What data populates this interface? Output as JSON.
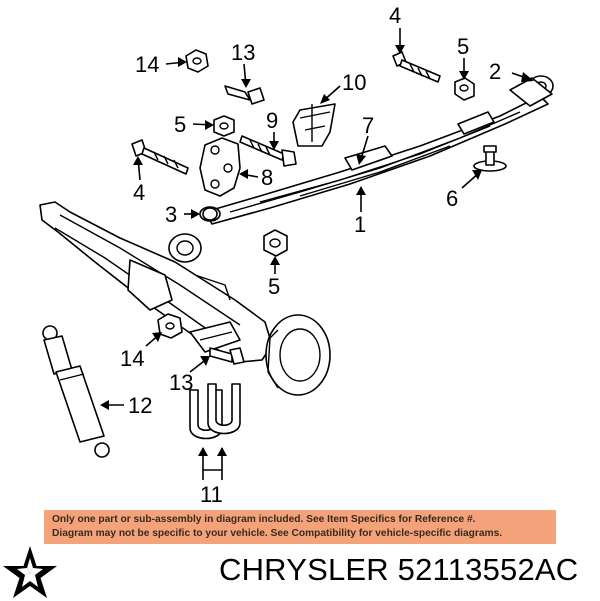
{
  "callouts": [
    {
      "id": "callout-4-top",
      "text": "4"
    },
    {
      "id": "callout-5-top",
      "text": "5"
    },
    {
      "id": "callout-2",
      "text": "2"
    },
    {
      "id": "callout-14-top",
      "text": "14"
    },
    {
      "id": "callout-13-top",
      "text": "13"
    },
    {
      "id": "callout-10",
      "text": "10"
    },
    {
      "id": "callout-5-mid",
      "text": "5"
    },
    {
      "id": "callout-9",
      "text": "9"
    },
    {
      "id": "callout-7",
      "text": "7"
    },
    {
      "id": "callout-4-mid",
      "text": "4"
    },
    {
      "id": "callout-8",
      "text": "8"
    },
    {
      "id": "callout-6",
      "text": "6"
    },
    {
      "id": "callout-3",
      "text": "3"
    },
    {
      "id": "callout-1",
      "text": "1"
    },
    {
      "id": "callout-5-low",
      "text": "5"
    },
    {
      "id": "callout-14-low",
      "text": "14"
    },
    {
      "id": "callout-13-low",
      "text": "13"
    },
    {
      "id": "callout-12",
      "text": "12"
    },
    {
      "id": "callout-11",
      "text": "11"
    }
  ],
  "disclaimer": {
    "line1": "Only one part or sub-assembly in diagram included. See Item Specifics for Reference #.",
    "line2": "Diagram may not be specific to your vehicle. See Compatibility for vehicle-specific diagrams."
  },
  "caption": "CHRYSLER 52113552AC",
  "colors": {
    "disclaimer_background": "#f4a27a",
    "disclaimer_text": "#3a2a1e",
    "line_art": "#000000",
    "background": "#ffffff"
  },
  "icons": {
    "brand_logo": "chrysler-pentastar-icon"
  }
}
